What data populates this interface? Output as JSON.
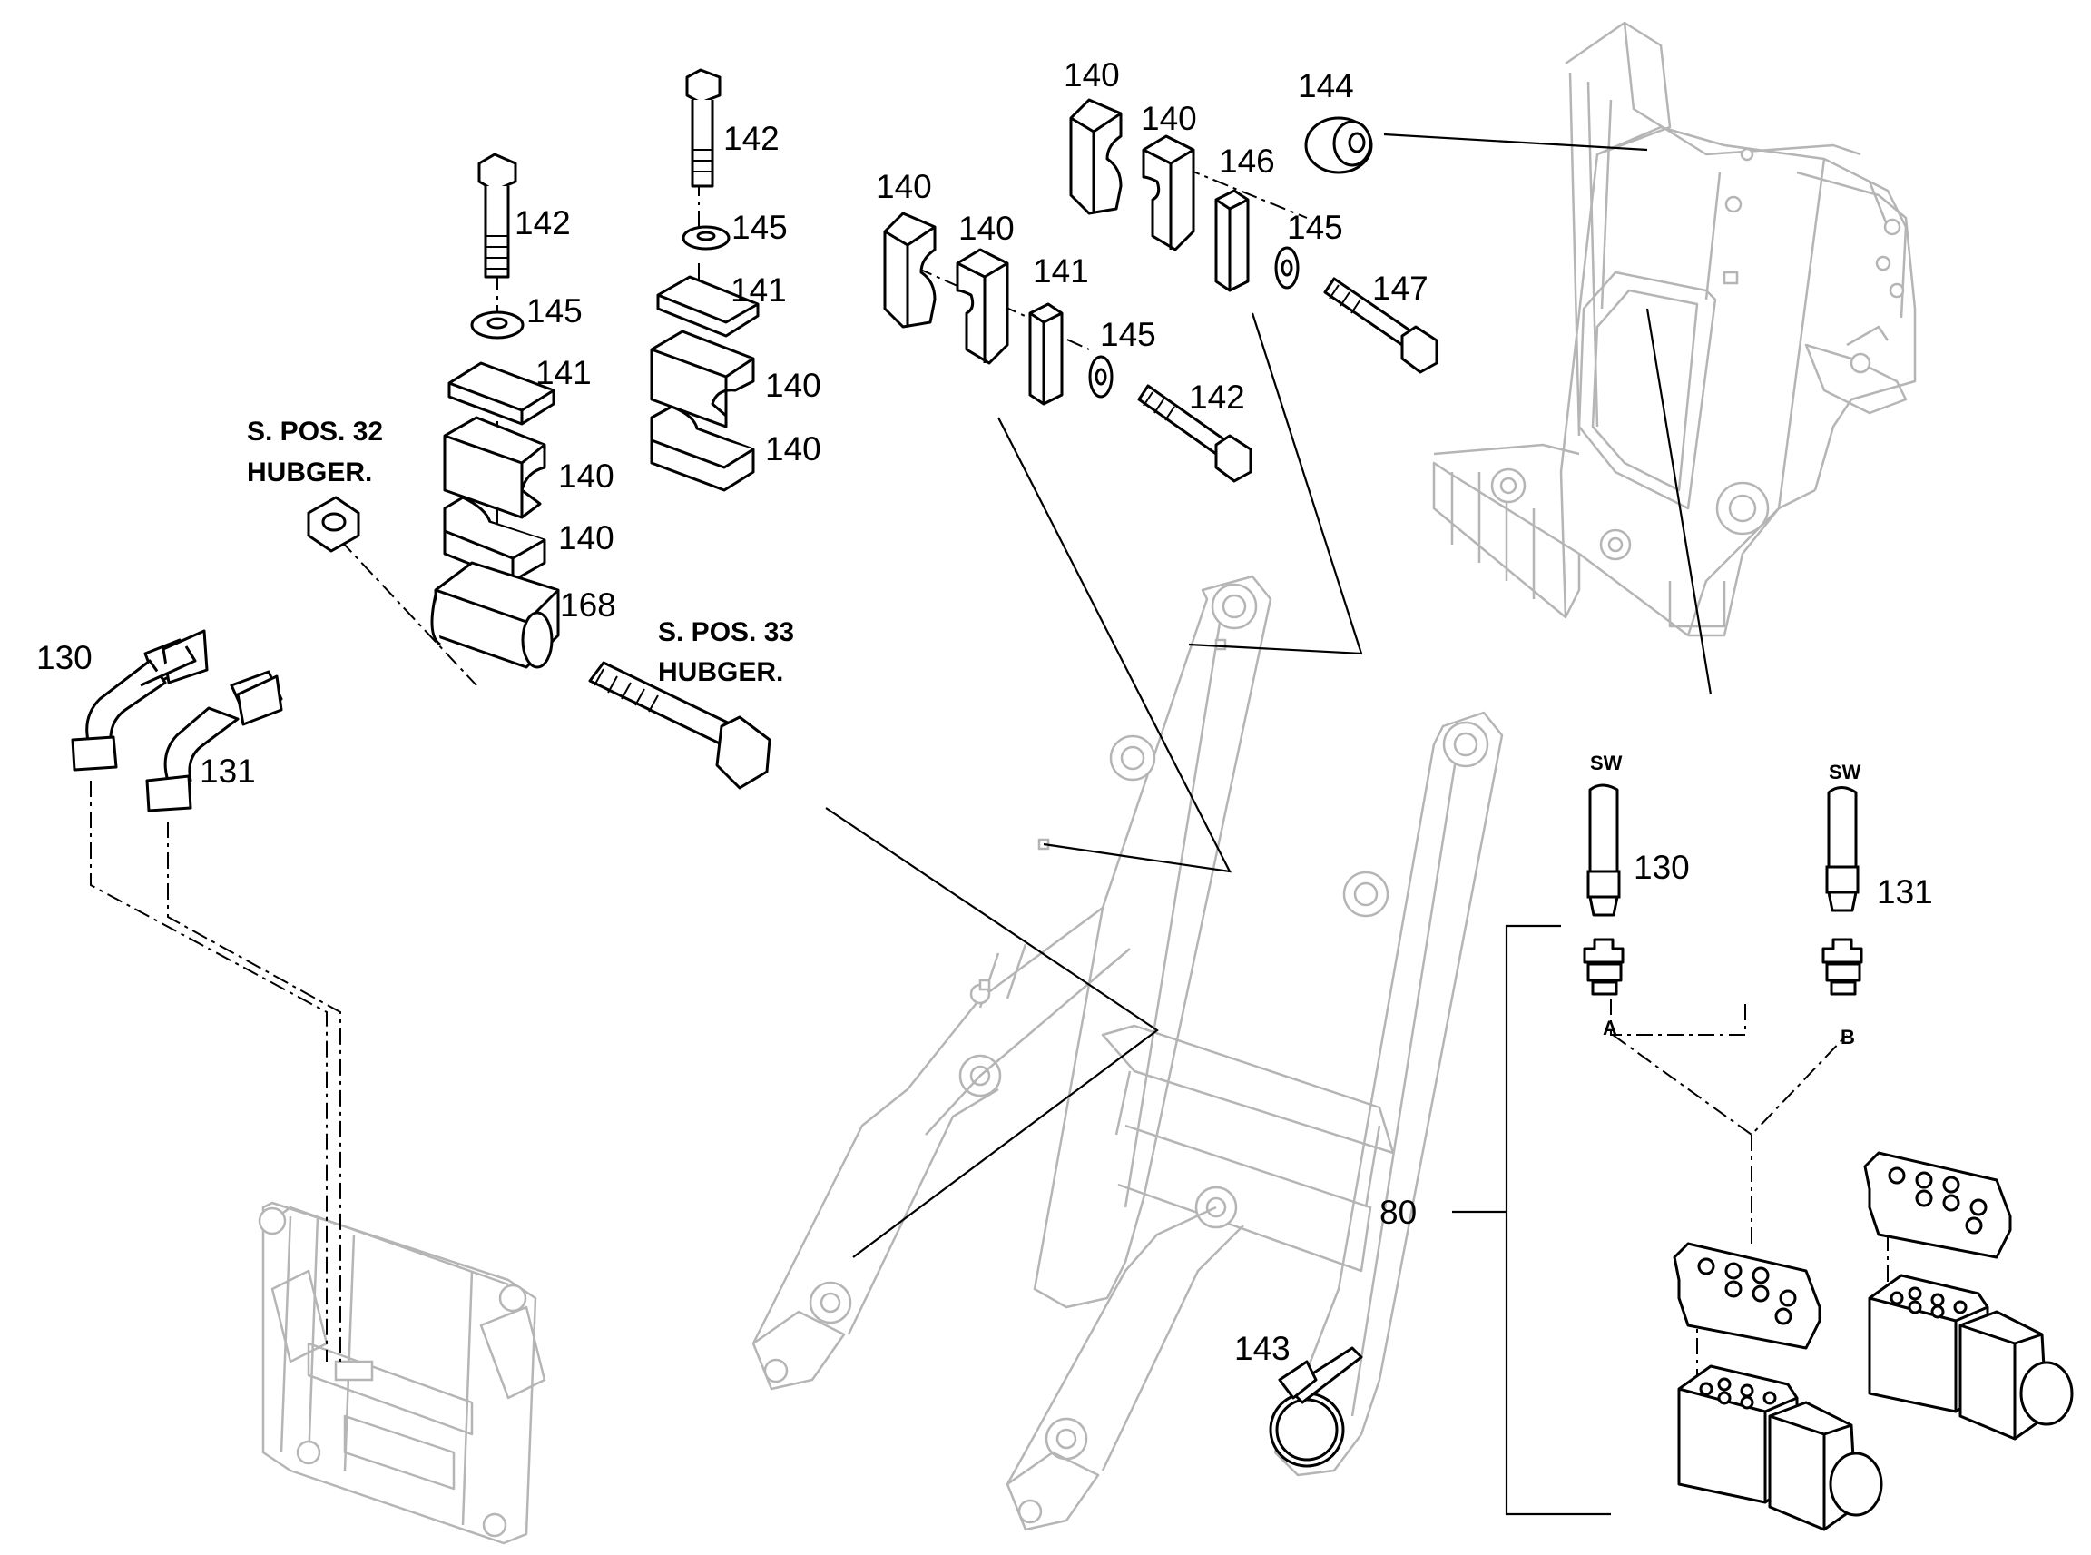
{
  "labels": {
    "l130a": "130",
    "l131a": "131",
    "l142a": "142",
    "l145a": "145",
    "l141a": "141",
    "l140a": "140",
    "l140b": "140",
    "l168": "168",
    "l142b": "142",
    "l145b": "145",
    "l141b": "141",
    "l140c": "140",
    "l140d": "140",
    "l140e": "140",
    "l140f": "140",
    "l141c": "141",
    "l145c": "145",
    "l142c": "142",
    "l140g": "140",
    "l140h": "140",
    "l146": "146",
    "l145d": "145",
    "l147": "147",
    "l144": "144",
    "l130b": "130",
    "l131b": "131",
    "l80": "80",
    "l143": "143"
  },
  "notes": {
    "pos32_line1": "S. POS. 32",
    "pos32_line2": "HUBGER.",
    "pos33_line1": "S. POS. 33",
    "pos33_line2": "HUBGER.",
    "sw_a": "SW",
    "sw_b": "SW",
    "port_a": "A",
    "port_b": "B"
  }
}
